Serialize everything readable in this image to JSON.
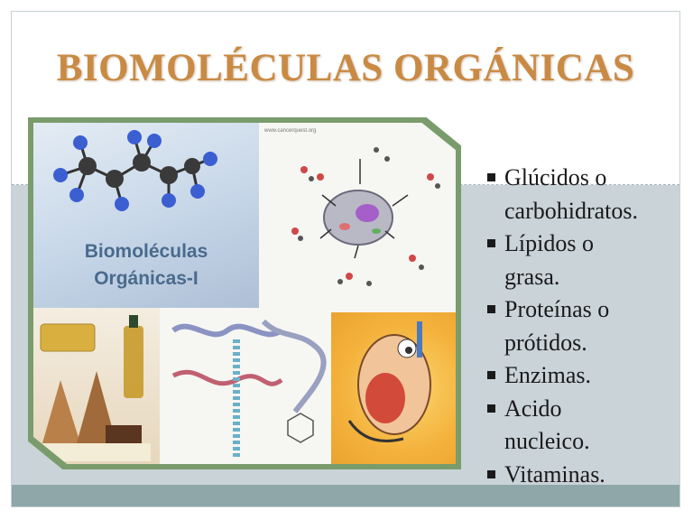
{
  "title": "BIOMOLÉCULAS ORGÁNICAS",
  "image": {
    "panel_title_line1": "Biomoléculas",
    "panel_title_line2": "Orgánicas-I",
    "caption": "www.cancerquest.org"
  },
  "bullets": [
    {
      "line1": "Glúcidos o",
      "line2": "carbohidratos."
    },
    {
      "line1": "Lípidos o",
      "line2": "grasa."
    },
    {
      "line1": "Proteínas o",
      "line2": "prótidos."
    },
    {
      "line1": "Enzimas.",
      "line2": ""
    },
    {
      "line1": "Acido",
      "line2": "nucleico."
    },
    {
      "line1": "Vitaminas.",
      "line2": ""
    }
  ],
  "colors": {
    "title": "#c98a44",
    "lower_band": "#c9d3d8",
    "footer_band": "#8fa7a9",
    "frame": "#7a9c6c",
    "panel_text": "#4a6a8c"
  }
}
